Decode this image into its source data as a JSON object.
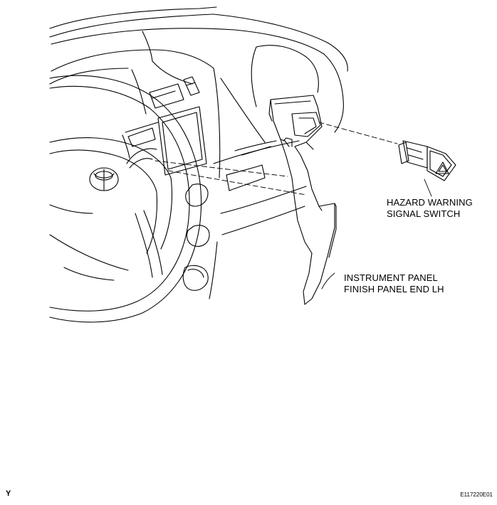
{
  "labels": {
    "hazard_switch": [
      "HAZARD WARNING",
      "SIGNAL SWITCH"
    ],
    "finish_panel": [
      "INSTRUMENT PANEL",
      "FINISH PANEL END LH"
    ]
  },
  "footer": {
    "view_letter": "Y",
    "figure_code": "E117220E01"
  },
  "colors": {
    "line": "#000000",
    "background": "#ffffff"
  }
}
